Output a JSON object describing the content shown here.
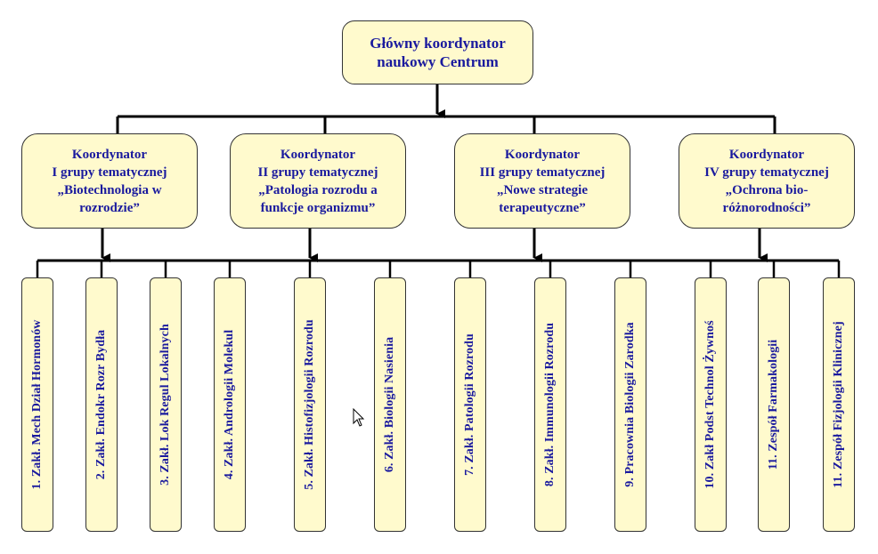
{
  "colors": {
    "box_fill": "#fffacd",
    "text": "#1a1a9e",
    "border": "#333333",
    "line": "#000000"
  },
  "main": {
    "label": "Główny koordynator\nnaukowy Centrum"
  },
  "groups": [
    {
      "label": "Koordynator\nI grupy tematycznej\n„Biotechnologia w\nrozrodzie”"
    },
    {
      "label": "Koordynator\nII grupy tematycznej\n„Patologia rozrodu a\nfunkcje organizmu”"
    },
    {
      "label": "Koordynator\nIII grupy tematycznej\n„Nowe strategie\nterapeutyczne”"
    },
    {
      "label": "Koordynator\nIV grupy tematycznej\n„Ochrona bio-\nróżnorodności”"
    }
  ],
  "units": [
    {
      "label": "1. Zakł. Mech Dział Hormonów"
    },
    {
      "label": "2. Zakł. Endokr Rozr Bydła"
    },
    {
      "label": "3. Zakł. Lok Regul Lokalnych"
    },
    {
      "label": "4. Zakł. Andrologii  Molekul"
    },
    {
      "label": "5. Zakł. Histofizjologii Rozrodu"
    },
    {
      "label": "6. Zakł. Biologii Nasienia"
    },
    {
      "label": "7. Zakł. Patologii Rozrodu"
    },
    {
      "label": "8. Zakł. Immunologii Rozrodu"
    },
    {
      "label": "9. Pracownia Biologii Zarodka"
    },
    {
      "label": "10. Zakł Podst Technol  Żywnoś"
    },
    {
      "label": "11. Zespół Farmakologii"
    },
    {
      "label": "11. Zespół Fizjologii Klinicznej"
    }
  ]
}
